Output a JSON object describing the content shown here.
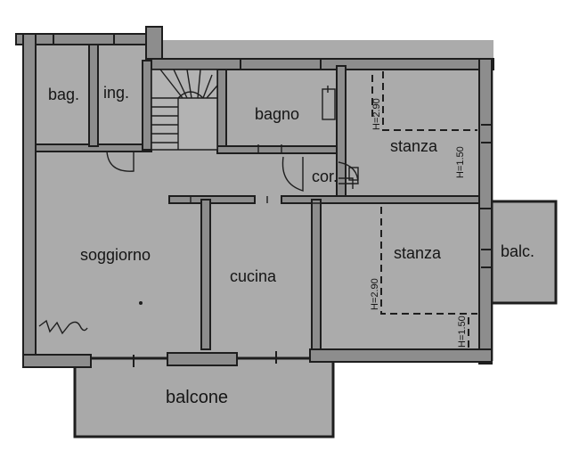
{
  "rooms": {
    "bagno_small": "bag.",
    "ingresso": "ing.",
    "bagno": "bagno",
    "corridoio": "cor.",
    "stanza_1": "stanza",
    "stanza_2": "stanza",
    "soggiorno": "soggiorno",
    "cucina": "cucina",
    "balcone": "balcone",
    "balcone_small": "balc."
  },
  "heights": {
    "stanza_1_a": "H=2.90",
    "stanza_1_b": "H=1.50",
    "stanza_2_a": "H=2.90",
    "stanza_2_b": "H=1.50"
  },
  "colors": {
    "floor": "#ababab",
    "wall": "#8d8d8d",
    "line": "#1e1e1e"
  }
}
